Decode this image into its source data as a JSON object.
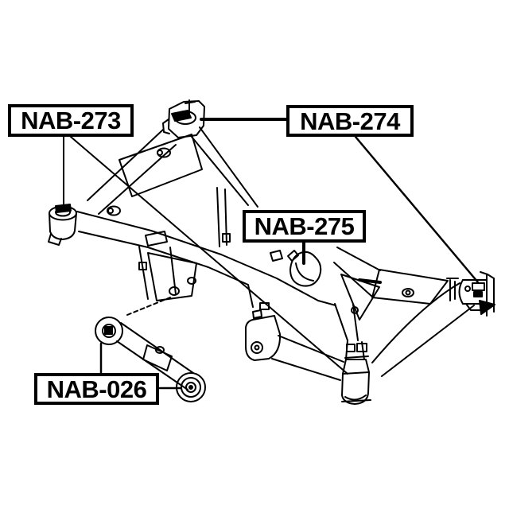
{
  "page": {
    "background_color": "#ffffff",
    "line_color": "#000000"
  },
  "diagram": {
    "kind": "technical line drawing of rear suspension subframe with arm bushings",
    "labels": [
      {
        "text": "NAB-273"
      },
      {
        "text": "NAB-274"
      },
      {
        "text": "NAB-275"
      },
      {
        "text": "NAB-026"
      }
    ]
  }
}
